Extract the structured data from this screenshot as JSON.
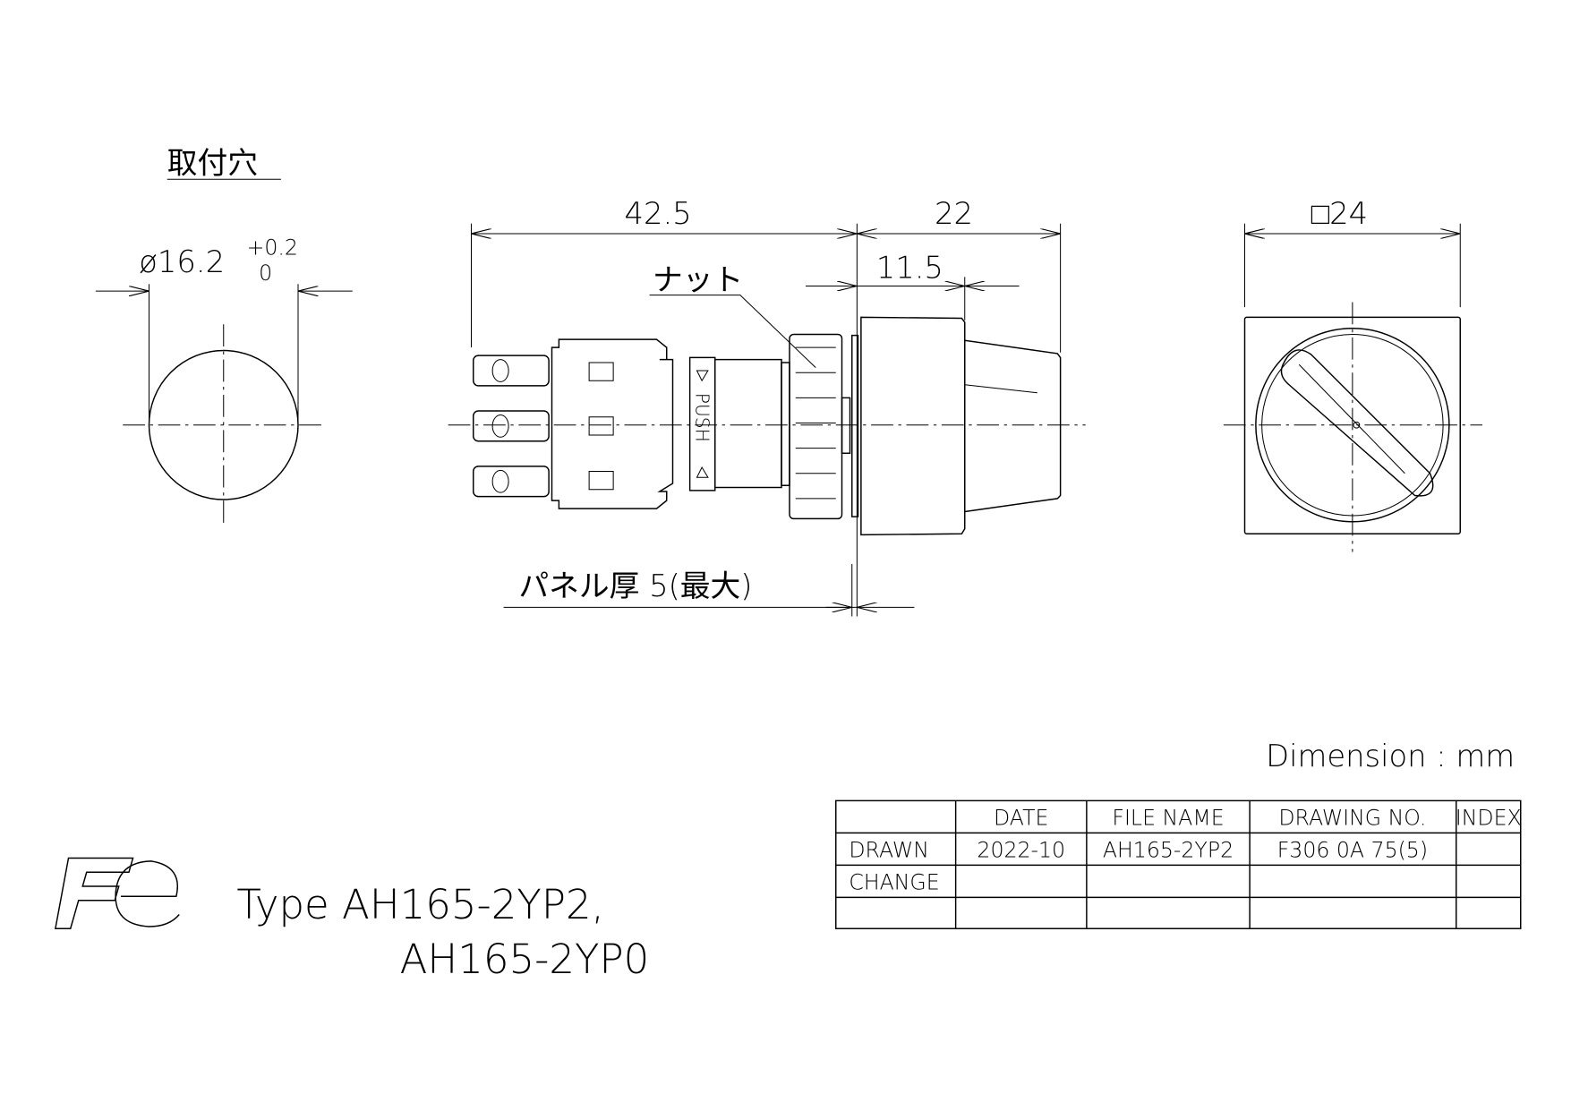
{
  "mounting_hole": {
    "title": "取付穴",
    "diameter": "ø16.2",
    "tol_upper": "+0.2",
    "tol_lower": "0"
  },
  "side_view": {
    "dim_total": "42.5",
    "dim_front": "22",
    "dim_bezel": "11.5",
    "nut_label": "ナット",
    "push_label": "PUSH",
    "panel_label": "パネル厚 5(最大)"
  },
  "front_view": {
    "dim_square": "□24"
  },
  "units": "Dimension : mm",
  "title_block": {
    "headers": [
      "",
      "DATE",
      "FILE NAME",
      "DRAWING NO.",
      "INDEX"
    ],
    "rows": [
      [
        "DRAWN",
        "2022-10",
        "AH165-2YP2",
        "F306 0A 75(5)",
        ""
      ],
      [
        "CHANGE",
        "",
        "",
        "",
        ""
      ],
      [
        "",
        "",
        "",
        "",
        ""
      ]
    ]
  },
  "logo": "Fe",
  "type_line1": "Type AH165-2YP2,",
  "type_line2": "AH165-2YP0"
}
